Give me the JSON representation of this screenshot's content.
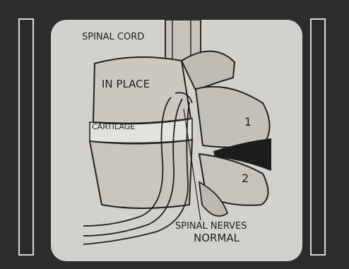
{
  "labels": {
    "spinal_cord": "SPINAL CORD",
    "in_place": "IN PLACE",
    "cartilage": "CARTILAGE",
    "vertebra_1": "1",
    "vertebra_2": "2",
    "spinal_nerves": "SPINAL NERVES",
    "normal": "NORMAL"
  },
  "colors": {
    "background": "#2d2d2d",
    "plate": "#d3d1cb",
    "ink": "#1f1f1f"
  }
}
